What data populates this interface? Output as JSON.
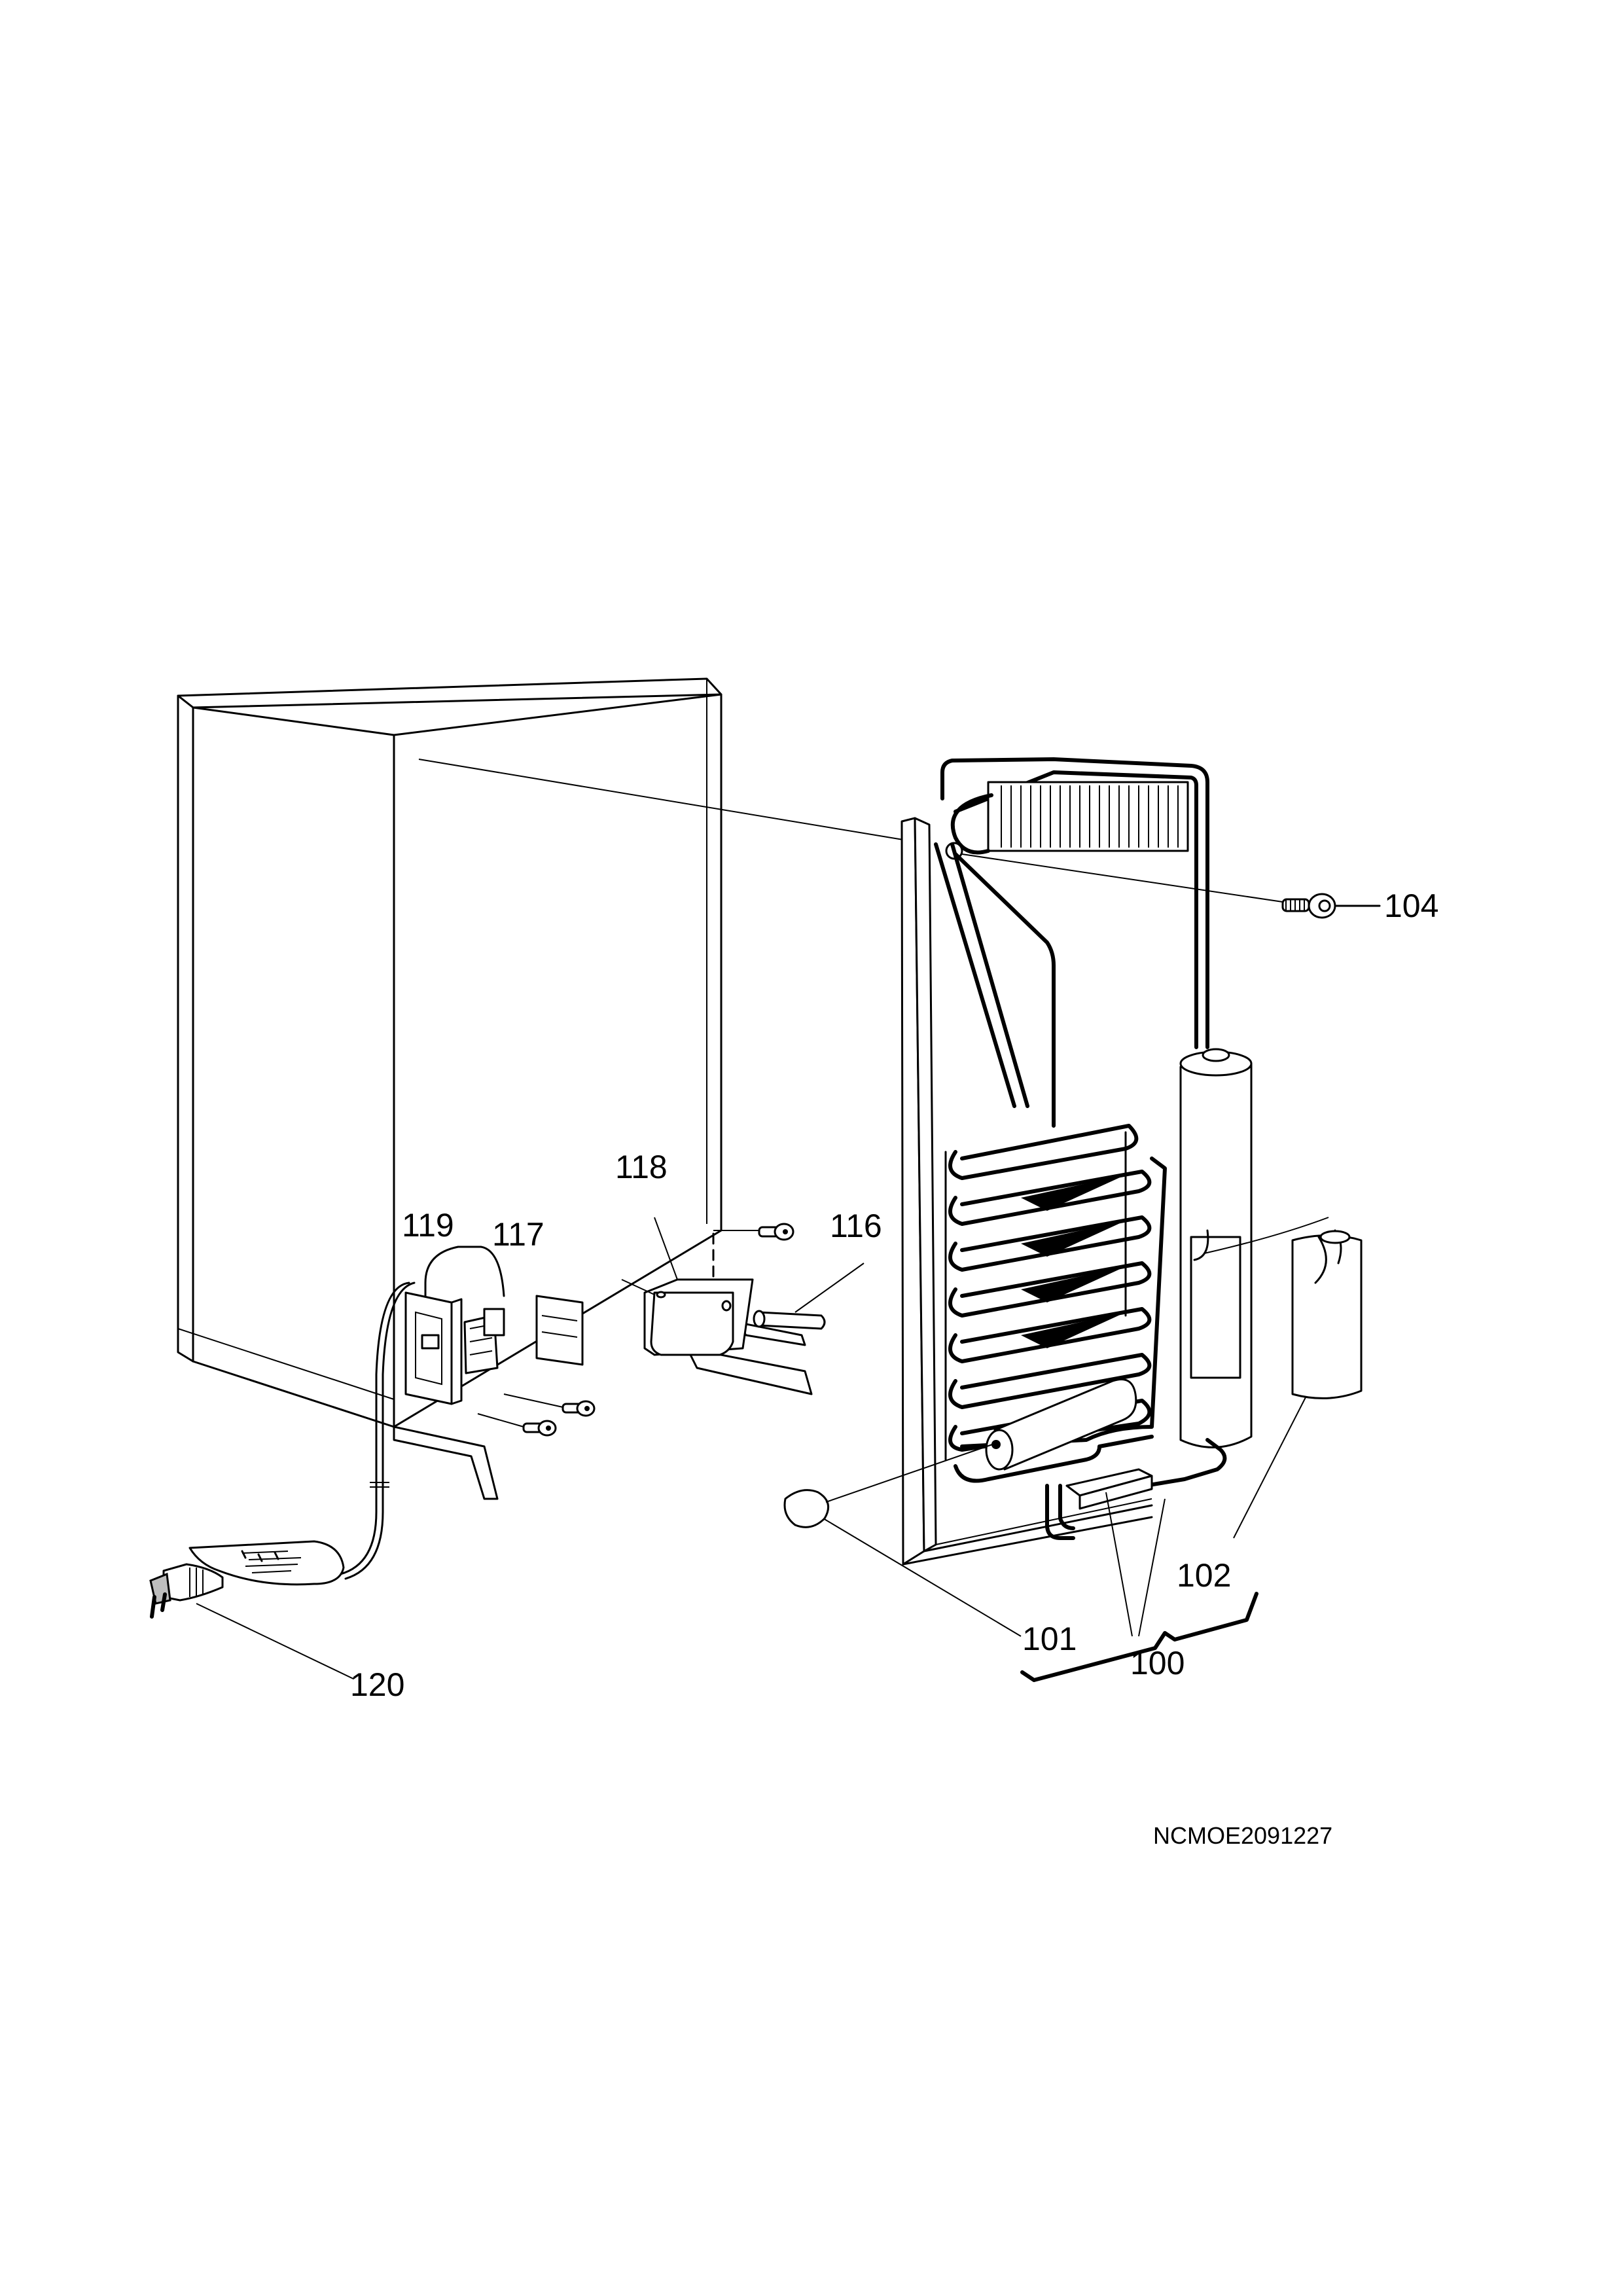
{
  "diagram": {
    "callouts": {
      "p100": "100",
      "p101": "101",
      "p102": "102",
      "p104": "104",
      "p116": "116",
      "p117": "117",
      "p118": "118",
      "p119": "119",
      "p120": "120"
    },
    "drawing_code": "NCMOE2091227"
  }
}
